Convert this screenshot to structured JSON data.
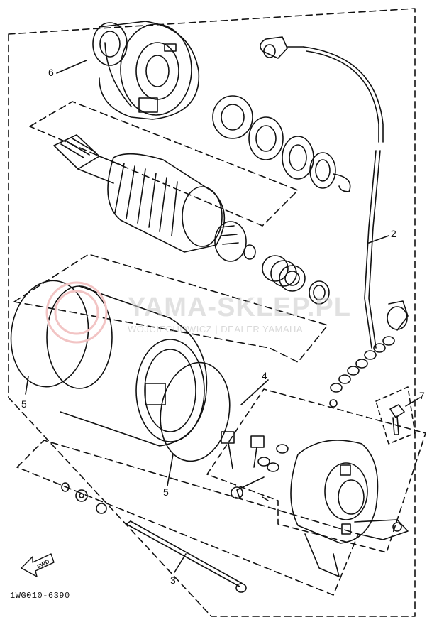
{
  "diagram": {
    "part_labels": [
      {
        "id": "p2",
        "text": "2"
      },
      {
        "id": "p3",
        "text": "3"
      },
      {
        "id": "p4",
        "text": "4"
      },
      {
        "id": "p5a",
        "text": "5"
      },
      {
        "id": "p5b",
        "text": "5"
      },
      {
        "id": "p6",
        "text": "6"
      },
      {
        "id": "p7",
        "text": "7"
      }
    ],
    "drawing_code": "1WG010-6390",
    "fwd_label": "FWD"
  },
  "watermark": {
    "brand": "YAMA-SKLEP.PL",
    "subtitle": "WOJCIECHOWICZ | DEALER YAMAHA"
  },
  "colors": {
    "ink": "#111111",
    "paper": "#ffffff",
    "watermark": "#d0d0d0",
    "watermark_logo": "#f2c4c4"
  }
}
